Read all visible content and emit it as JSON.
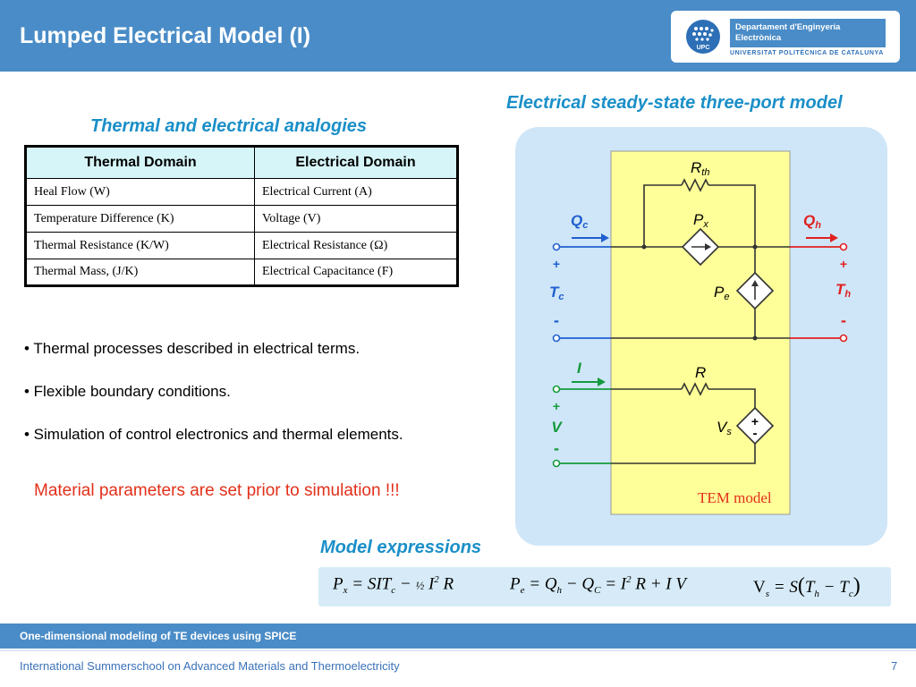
{
  "header": {
    "title": "Lumped Electrical Model (I)",
    "logo": {
      "abbrev": "UPC",
      "department_line1": "Departament d'Enginyeria",
      "department_line2": "Electrònica",
      "university": "UNIVERSITAT POLITÈCNICA DE CATALUNYA"
    }
  },
  "analogies": {
    "title": "Thermal and electrical analogies",
    "columns": [
      "Thermal Domain",
      "Electrical Domain"
    ],
    "rows": [
      [
        "Heal Flow (W)",
        "Electrical Current (A)"
      ],
      [
        "Temperature Difference (K)",
        "Voltage (V)"
      ],
      [
        "Thermal Resistance (K/W)",
        "Electrical Resistance (Ω)"
      ],
      [
        "Thermal Mass, (J/K)",
        "Electrical Capacitance (F)"
      ]
    ]
  },
  "bullets": [
    "• Thermal processes described in electrical terms.",
    "• Flexible boundary conditions.",
    "• Simulation of control electronics and thermal elements."
  ],
  "note": "Material parameters are set prior to simulation !!!",
  "circuit": {
    "title": "Electrical steady-state three-port model",
    "box_label": "TEM model",
    "labels": {
      "rth": "R",
      "rth_sub": "th",
      "px": "P",
      "px_sub": "x",
      "pe": "P",
      "pe_sub": "e",
      "r": "R",
      "vs": "V",
      "vs_sub": "s",
      "qc": "Q",
      "qc_sub": "c",
      "qh": "Q",
      "qh_sub": "h",
      "tc": "T",
      "tc_sub": "c",
      "th": "T",
      "th_sub": "h",
      "i": "I",
      "v": "V",
      "plus": "+",
      "minus": "-"
    },
    "colors": {
      "panel": "#cfe6f8",
      "model_box": "#ffff99",
      "cold": "#1f5fd0",
      "hot": "#e02020",
      "electric": "#149a3c",
      "wire": "#333333"
    }
  },
  "expressions": {
    "title": "Model expressions",
    "items": [
      "Px = SITc − ½ I²R",
      "Pe = Qh − QC = I²R + I V",
      "Vs = S(Th − Tc)"
    ]
  },
  "footer": {
    "banner": "One-dimensional modeling of TE devices using SPICE",
    "event": "International Summerschool on Advanced Materials and Thermoelectricity",
    "page": "7"
  }
}
